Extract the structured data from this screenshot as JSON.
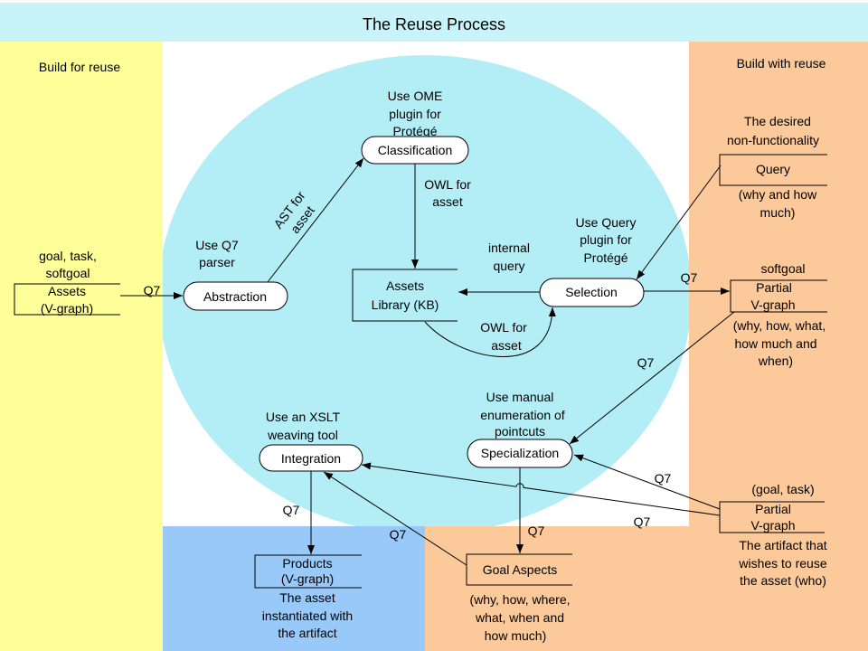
{
  "title": "The Reuse Process",
  "colors": {
    "banner": "#c8f4f9",
    "reuse_process_area": "#b3eef6",
    "build_for_reuse": "#ffff99",
    "build_with_reuse": "#fcc99b",
    "products_area": "#99c9f9"
  },
  "build_for_reuse": {
    "heading": "Build for reuse",
    "assets": {
      "above": [
        "goal, task,",
        "softgoal"
      ],
      "label": [
        "Assets",
        "(V-graph)"
      ]
    }
  },
  "build_with_reuse": {
    "heading": "Build with reuse",
    "query": {
      "above": [
        "The desired",
        "non-functionality"
      ],
      "label": [
        "Query"
      ],
      "below": [
        "(why and how",
        "much)"
      ]
    },
    "partial_softgoal": {
      "above": [
        "softgoal"
      ],
      "label": [
        "Partial",
        "V-graph"
      ],
      "below": [
        "(why, how, what,",
        "how much and",
        "when)"
      ]
    },
    "partial_artifact": {
      "above": [
        "(goal, task)"
      ],
      "label": [
        "Partial",
        "V-graph"
      ],
      "below": [
        "The artifact that",
        "wishes to reuse",
        "the asset (who)"
      ]
    }
  },
  "process": {
    "abstraction": {
      "label": "Abstraction",
      "note": [
        "Use Q7",
        "parser"
      ]
    },
    "classification": {
      "label": "Classification",
      "note": [
        "Use OME",
        "plugin for",
        "Protégé"
      ]
    },
    "assets_library": {
      "label": [
        "Assets",
        "Library (KB)"
      ]
    },
    "selection": {
      "label": "Selection",
      "note": [
        "Use Query",
        "plugin for",
        "Protégé"
      ]
    },
    "specialization": {
      "label": "Specialization",
      "note": [
        "Use manual",
        "enumeration of",
        "pointcuts"
      ]
    },
    "integration": {
      "label": "Integration",
      "note": [
        "Use an XSLT",
        "weaving tool"
      ]
    }
  },
  "outputs": {
    "goal_aspects": {
      "label": [
        "Goal Aspects"
      ],
      "below": [
        "(why, how, where,",
        "what, when and",
        "how much)"
      ]
    },
    "products": {
      "label": [
        "Products",
        "(V-graph)"
      ],
      "below": [
        "The asset",
        "instantiated with",
        "the artifact"
      ]
    }
  },
  "edges": {
    "assets_to_abstraction": "Q7",
    "abstraction_to_classification": [
      "AST for",
      "asset"
    ],
    "classification_to_library": [
      "OWL for",
      "asset"
    ],
    "selection_to_library": [
      "internal",
      "query"
    ],
    "library_to_selection": [
      "OWL for",
      "asset"
    ],
    "selection_to_partial_softgoal": "Q7",
    "partial_softgoal_to_specialization": "Q7",
    "artifact_to_specialization": "Q7",
    "artifact_to_integration": "Q7",
    "specialization_to_goal_aspects": "Q7",
    "goal_aspects_to_integration": "Q7",
    "integration_to_products": "Q7"
  }
}
